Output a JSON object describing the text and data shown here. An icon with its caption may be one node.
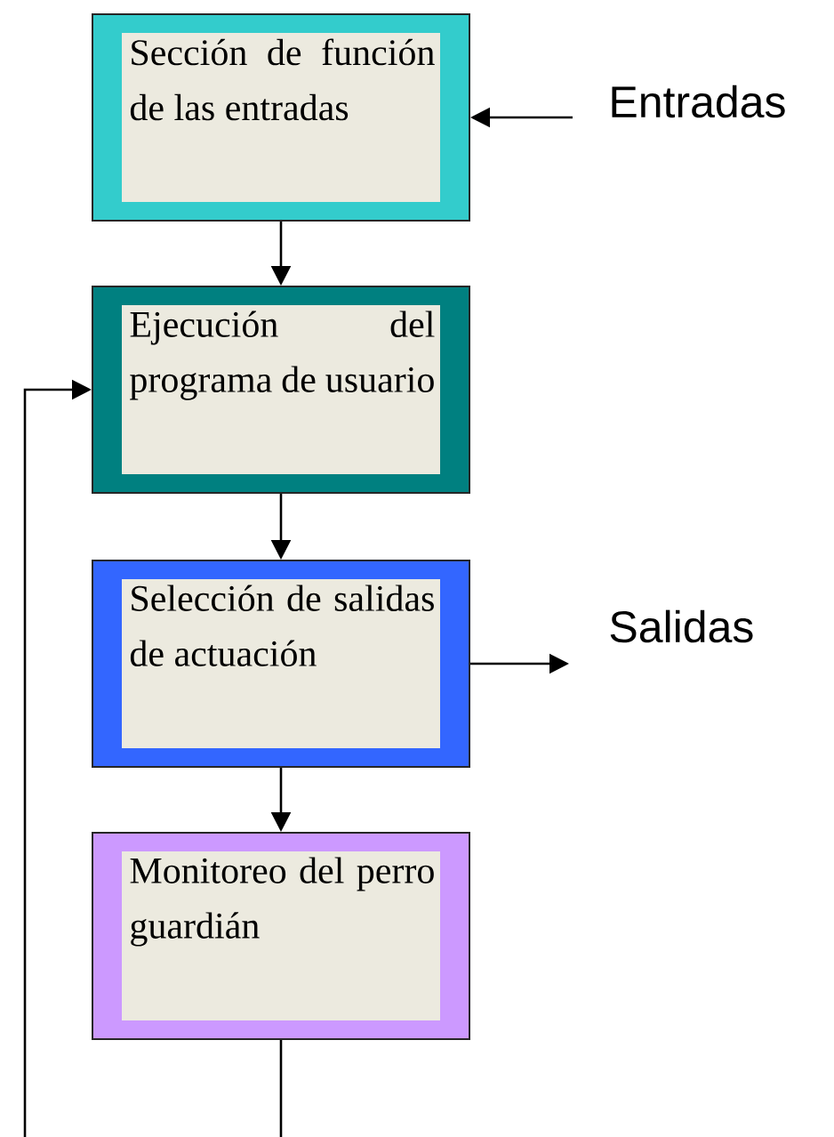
{
  "diagram": {
    "nodes": [
      {
        "text": [
          "Sección de función de las entradas"
        ]
      },
      {
        "text": [
          "Ejecución del programa de usuario"
        ]
      },
      {
        "text": [
          "Selección de salidas de actuación"
        ]
      },
      {
        "text": [
          "Monitoreo del perro guardián"
        ]
      },
      {
        "text": [
          "Entradas"
        ]
      },
      {
        "text": [
          "Salidas"
        ]
      }
    ],
    "edges": [
      {
        "from": 4,
        "to": 0,
        "arrow": "to"
      },
      {
        "from": 0,
        "to": 1,
        "arrow": "to"
      },
      {
        "from": 1,
        "to": 2,
        "arrow": "to"
      },
      {
        "from": 2,
        "to": 5,
        "arrow": "to"
      },
      {
        "from": 2,
        "to": 3,
        "arrow": "to"
      },
      {
        "from": 3,
        "to": 1,
        "arrow": "to"
      }
    ]
  }
}
